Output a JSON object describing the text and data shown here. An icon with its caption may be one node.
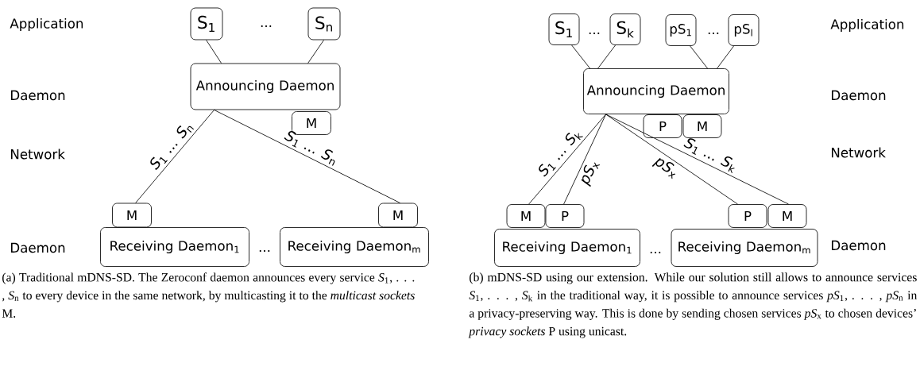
{
  "diagram": {
    "nodes": [
      {
        "text": [
          "S$_{1}$"
        ]
      },
      {
        "text": [
          "S$_{n}$"
        ]
      },
      {
        "text": [
          "Announcing Daemon"
        ]
      },
      {
        "text": [
          "M"
        ]
      },
      {
        "text": [
          "M"
        ]
      },
      {
        "text": [
          "M"
        ]
      },
      {
        "text": [
          "Receiving Daemon$_{1}$"
        ]
      },
      {
        "text": [
          "Receiving Daemon$_{m}$"
        ]
      },
      {
        "text": [
          "S$_{1}$"
        ]
      },
      {
        "text": [
          "S$_{k}$"
        ]
      },
      {
        "text": [
          "pS$_{1}$"
        ]
      },
      {
        "text": [
          "pS$_{l}$"
        ]
      },
      {
        "text": [
          "Announcing Daemon"
        ]
      },
      {
        "text": [
          "P"
        ]
      },
      {
        "text": [
          "M"
        ]
      },
      {
        "text": [
          "M"
        ]
      },
      {
        "text": [
          "P"
        ]
      },
      {
        "text": [
          "P"
        ]
      },
      {
        "text": [
          "M"
        ]
      },
      {
        "text": [
          "Receiving Daemon$_{1}$"
        ]
      },
      {
        "text": [
          "Receiving Daemon$_{m}$"
        ]
      }
    ],
    "edges": [
      {
        "from": 0,
        "to": 2,
        "arrow": "none"
      },
      {
        "from": 1,
        "to": 2,
        "arrow": "none"
      },
      {
        "from": 2,
        "to": 4,
        "arrow": "none",
        "label": "*S*$_{1}$ ... *S*$_{n}$"
      },
      {
        "from": 2,
        "to": 5,
        "arrow": "none",
        "label": "*S*$_{1}$ ... *S*$_{n}$"
      },
      {
        "from": 8,
        "to": 12,
        "arrow": "none"
      },
      {
        "from": 9,
        "to": 12,
        "arrow": "none"
      },
      {
        "from": 10,
        "to": 12,
        "arrow": "none"
      },
      {
        "from": 11,
        "to": 12,
        "arrow": "none"
      },
      {
        "from": 12,
        "to": 15,
        "arrow": "none",
        "label": "*S*$_{1}$ ... *S*$_{k}$"
      },
      {
        "from": 12,
        "to": 16,
        "arrow": "none",
        "label": "*pS*$_{x}$"
      },
      {
        "from": 12,
        "to": 17,
        "arrow": "none",
        "label": "*pS*$_{x}$"
      },
      {
        "from": 12,
        "to": 18,
        "arrow": "none",
        "label": "*S*$_{1}$ ... *S*$_{k}$"
      }
    ],
    "labels": [
      "Application",
      "...",
      "Daemon",
      "Network",
      "Daemon",
      "...",
      "...",
      "...",
      "Application",
      "Daemon",
      "Network",
      "...",
      "Daemon",
      "(a) Traditional mDNS-SD. The Zeroconf daemon announces every service *S*$_{1}$, . . . , *S*$_{n}$ to every device in the same network, by multicasting it to the *multicast sockets* M.",
      "(b) mDNS-SD using our extension. While our solution still allows to announce services *S*$_{1}$, . . . , *S*$_{k}$ in the traditional way, it is possible to announce services *pS*$_{1}$, . . . , *pS*$_{n}$ in a privacy-preserving way. This is done by sending chosen services *pS*$_{x}$ to chosen devices’ *privacy sockets* P using unicast."
    ]
  }
}
